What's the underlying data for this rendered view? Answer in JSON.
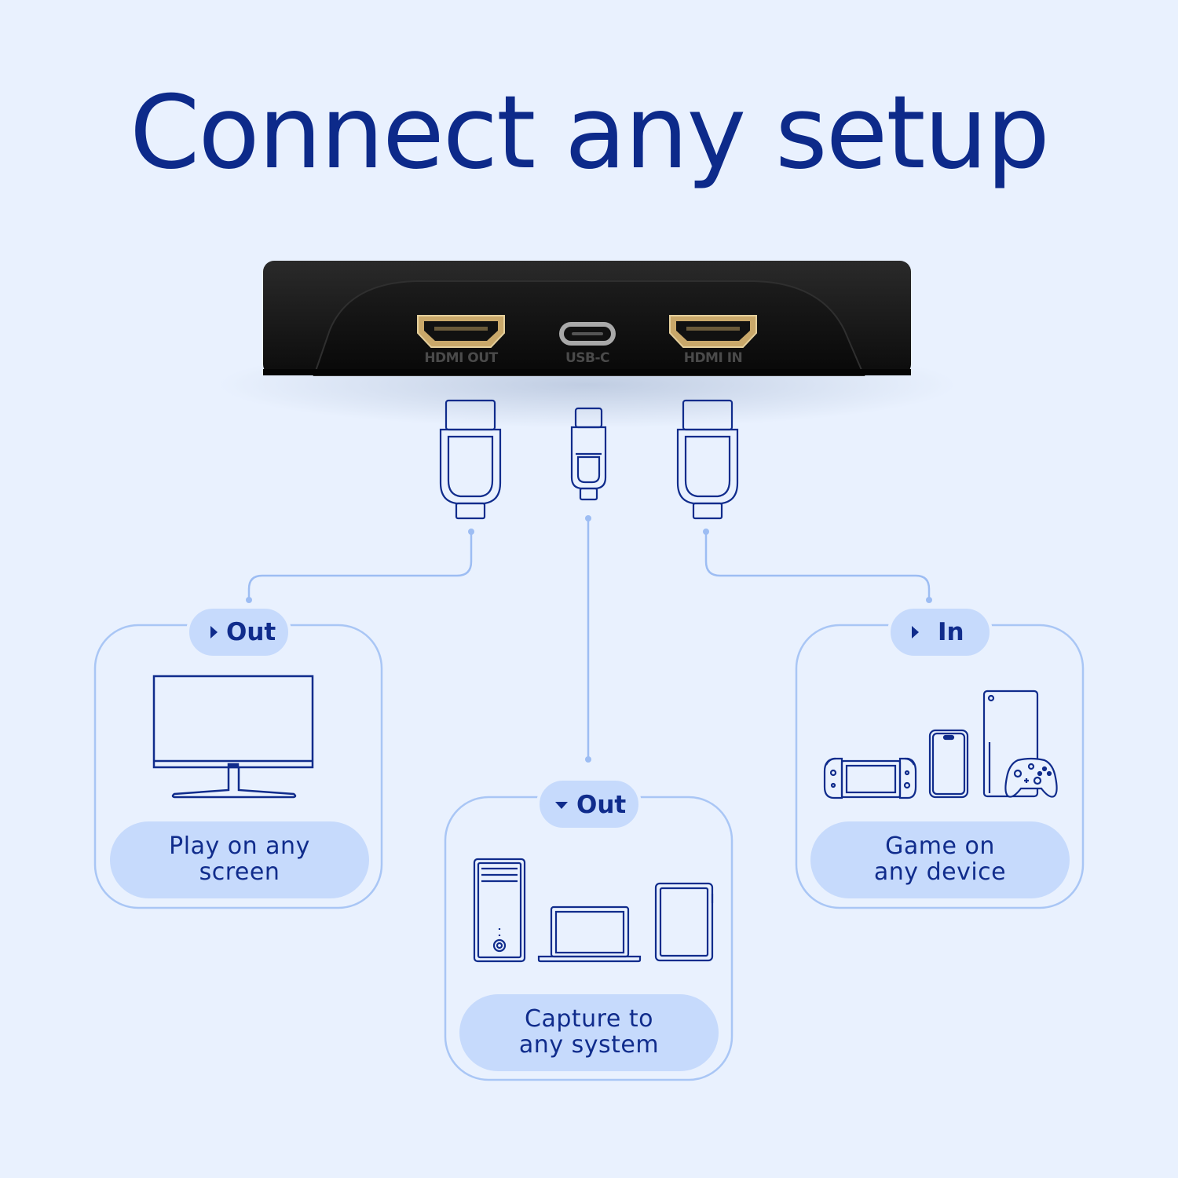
{
  "headline": "Connect any setup",
  "device": {
    "ports": [
      {
        "label": "HDMI OUT"
      },
      {
        "label": "USB-C"
      },
      {
        "label": "HDMI IN"
      }
    ]
  },
  "cards": [
    {
      "direction": "Out",
      "caption_line1": "Play on any",
      "caption_line2": "screen",
      "icons": [
        "monitor-icon"
      ]
    },
    {
      "direction": "Out",
      "caption_line1": "Capture to",
      "caption_line2": "any system",
      "icons": [
        "desktop-tower-icon",
        "laptop-icon",
        "tablet-icon"
      ]
    },
    {
      "direction": "In",
      "caption_line1": "Game on",
      "caption_line2": "any device",
      "icons": [
        "handheld-console-icon",
        "smartphone-icon",
        "game-console-icon",
        "gamepad-icon"
      ]
    }
  ],
  "colors": {
    "background": "#e9f1fe",
    "accent_dark": "#0d2a8a",
    "line": "#9dbdf3",
    "pill": "#c6dafc",
    "card_border": "#a9c6f5",
    "device": "#161616"
  }
}
